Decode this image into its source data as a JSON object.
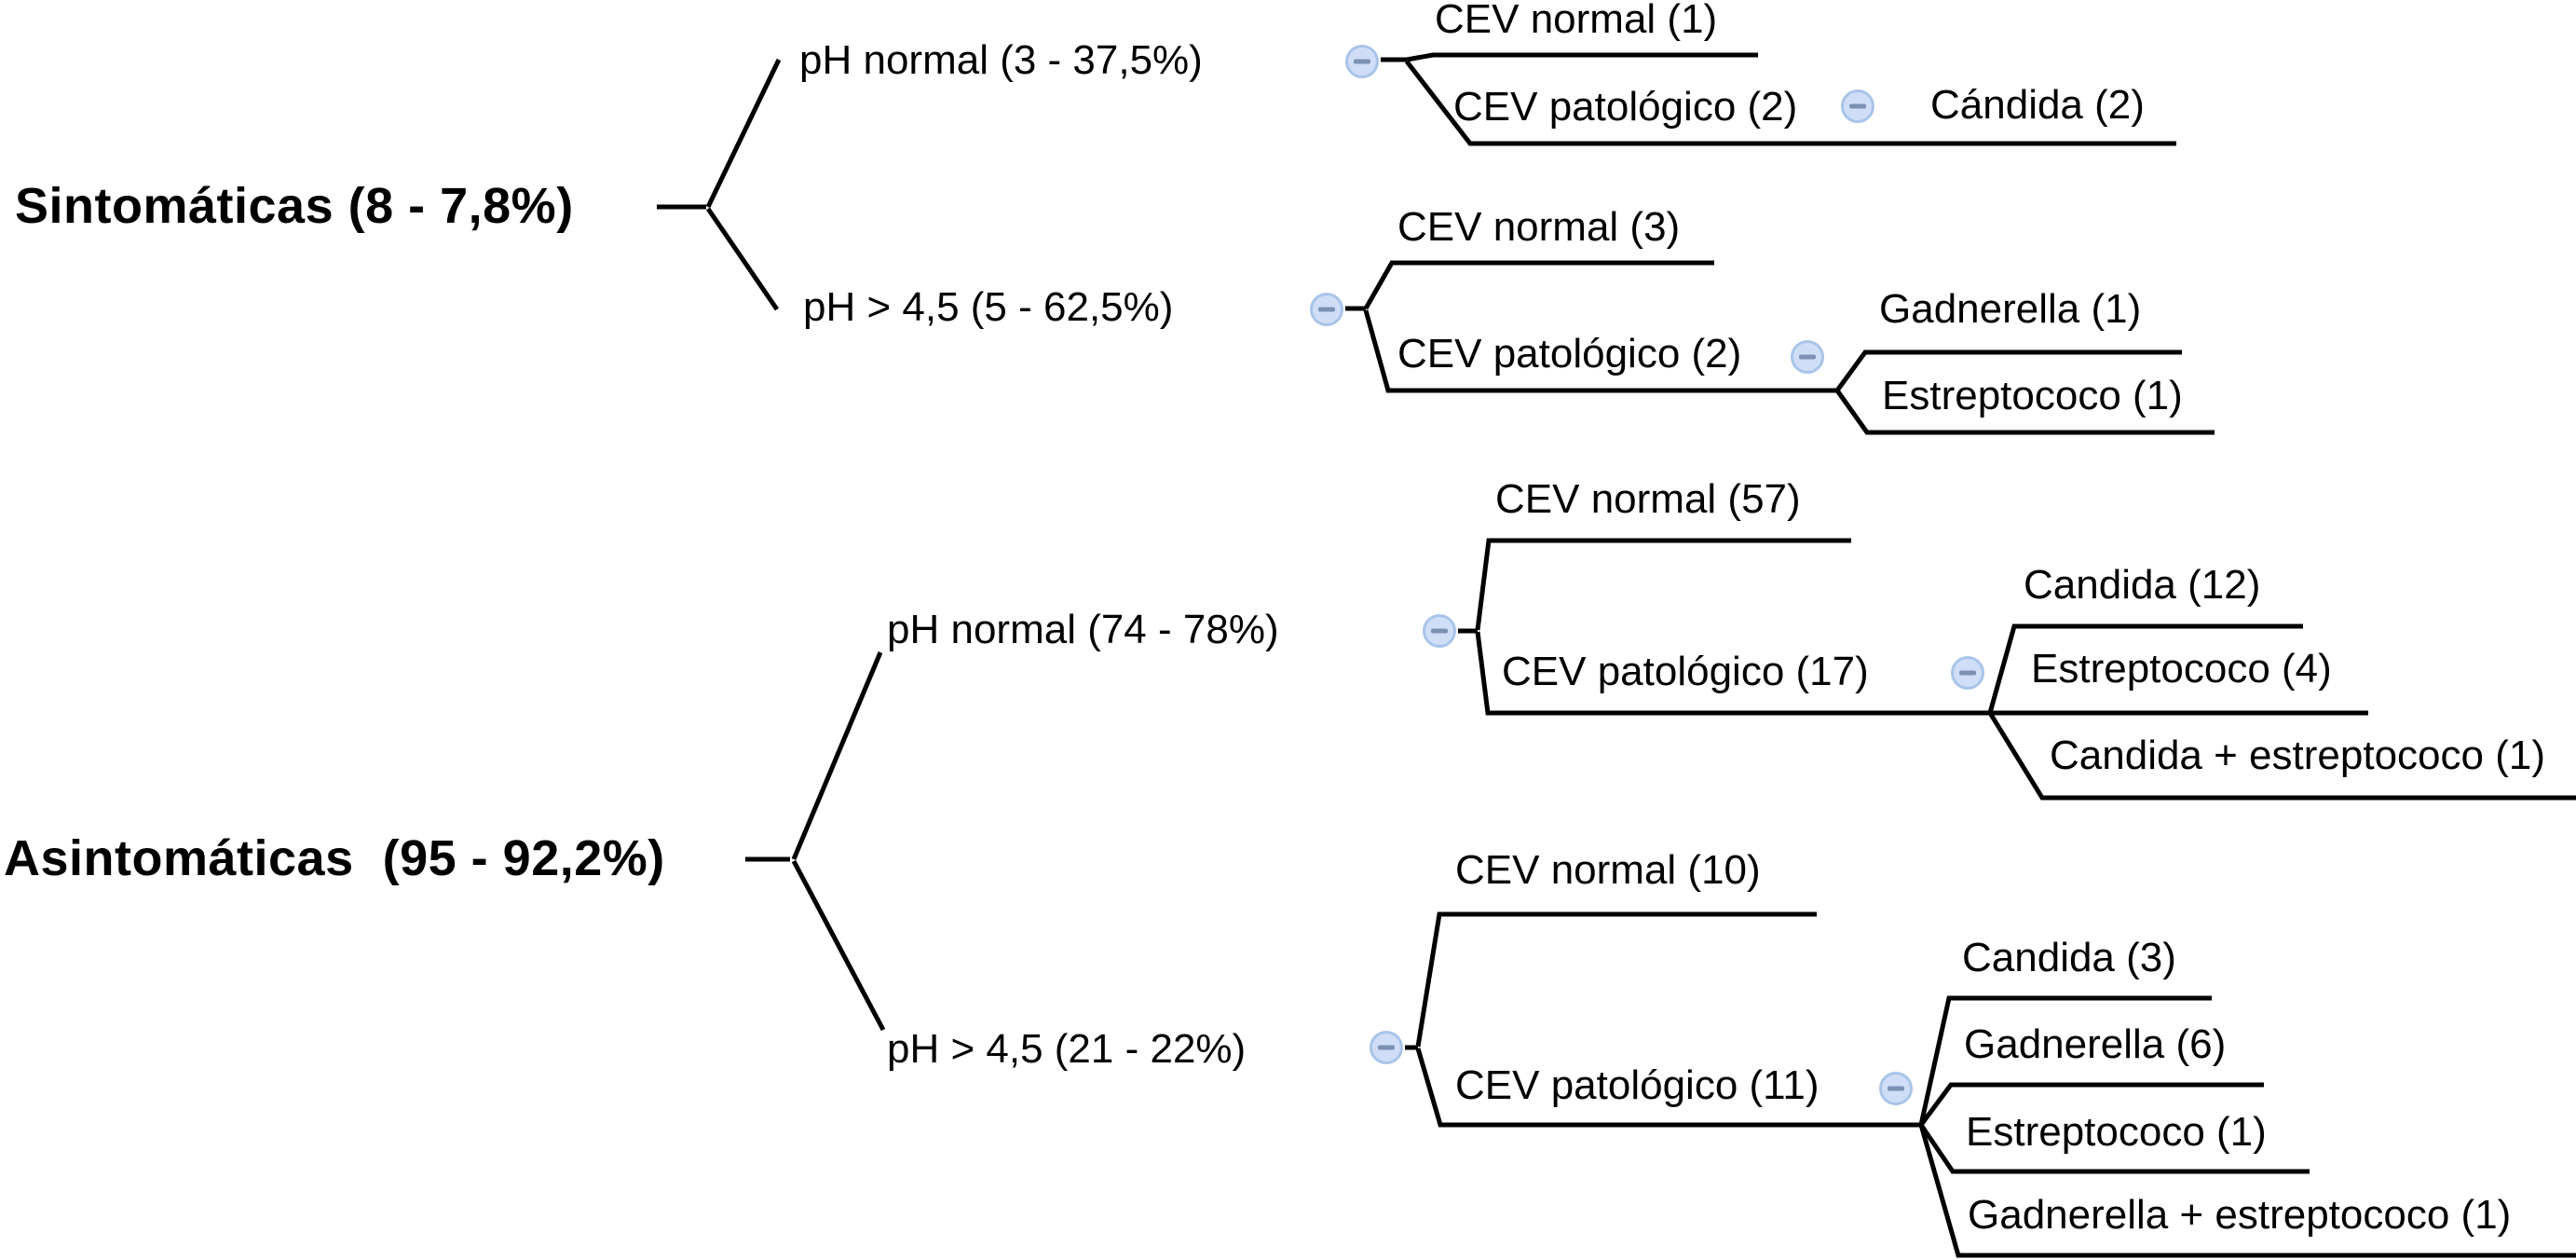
{
  "colors": {
    "background": "#ffffff",
    "text": "#000000",
    "line": "#000000",
    "icon_fill": "#cfdef6",
    "icon_border": "#a9c4ea",
    "icon_minus": "#7d90b4"
  },
  "icons": {
    "collapse_glyph": "−"
  },
  "tree": {
    "sintomaticas": {
      "label": "Sintomáticas (8 - 7,8%)",
      "ph_normal": {
        "label": "pH normal (3 - 37,5%)",
        "cev_normal": {
          "label": "CEV normal (1)"
        },
        "cev_patologico": {
          "label": "CEV patológico (2)",
          "candida": {
            "label": "Cándida (2)"
          }
        }
      },
      "ph_alto": {
        "label": "pH > 4,5 (5 - 62,5%)",
        "cev_normal": {
          "label": "CEV normal (3)"
        },
        "cev_patologico": {
          "label": "CEV patológico (2)",
          "gadnerella": {
            "label": "Gadnerella (1)"
          },
          "estreptococo": {
            "label": "Estreptococo (1)"
          }
        }
      }
    },
    "asintomaticas": {
      "label": "Asintomáticas  (95 - 92,2%)",
      "ph_normal": {
        "label": "pH normal (74 - 78%)",
        "cev_normal": {
          "label": "CEV normal (57)"
        },
        "cev_patologico": {
          "label": "CEV patológico (17)",
          "candida": {
            "label": "Candida (12)"
          },
          "estreptococo": {
            "label": "Estreptococo (4)"
          },
          "candida_estreptococo": {
            "label": "Candida + estreptococo (1)"
          }
        }
      },
      "ph_alto": {
        "label": "pH > 4,5 (21 - 22%)",
        "cev_normal": {
          "label": "CEV normal (10)"
        },
        "cev_patologico": {
          "label": "CEV patológico (11)",
          "candida": {
            "label": "Candida (3)"
          },
          "gadnerella": {
            "label": "Gadnerella (6)"
          },
          "estreptococo": {
            "label": "Estreptococo (1)"
          },
          "gadnerella_estreptococo": {
            "label": "Gadnerella + estreptococo (1)"
          }
        }
      }
    }
  }
}
